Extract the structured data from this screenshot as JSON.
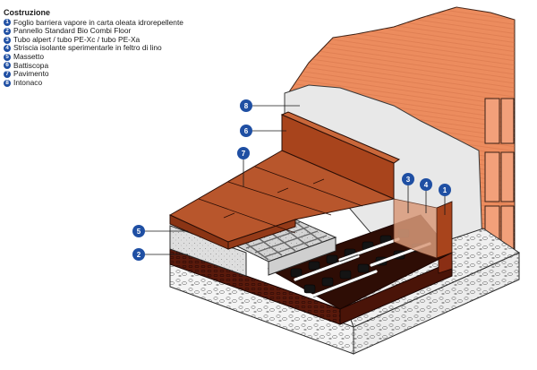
{
  "legend": {
    "title": "Costruzione",
    "items": [
      {
        "num": "1",
        "text": "Foglio barriera vapore in carta oleata idrorepellente"
      },
      {
        "num": "2",
        "text": "Pannello Standard Bio Combi Floor"
      },
      {
        "num": "3",
        "text": "Tubo alpert / tubo PE-Xc / tubo PE-Xa"
      },
      {
        "num": "4",
        "text": "Striscia isolante sperimentarle in feltro di lino"
      },
      {
        "num": "5",
        "text": "Massetto"
      },
      {
        "num": "6",
        "text": "Battiscopa"
      },
      {
        "num": "7",
        "text": "Pavimento"
      },
      {
        "num": "8",
        "text": "Intonaco"
      }
    ]
  },
  "callouts": [
    "1",
    "2",
    "3",
    "4",
    "5",
    "6",
    "7",
    "8"
  ],
  "colors": {
    "callout": "#1f4fa3",
    "brick": "#e8885a",
    "plaster": "#e6e6e6",
    "wood_floor": "#b8542a",
    "baseboard": "#a8441c",
    "screed": "#d9d9d9",
    "panel": "#5a1a0c",
    "concrete": "#f0f0f0"
  }
}
